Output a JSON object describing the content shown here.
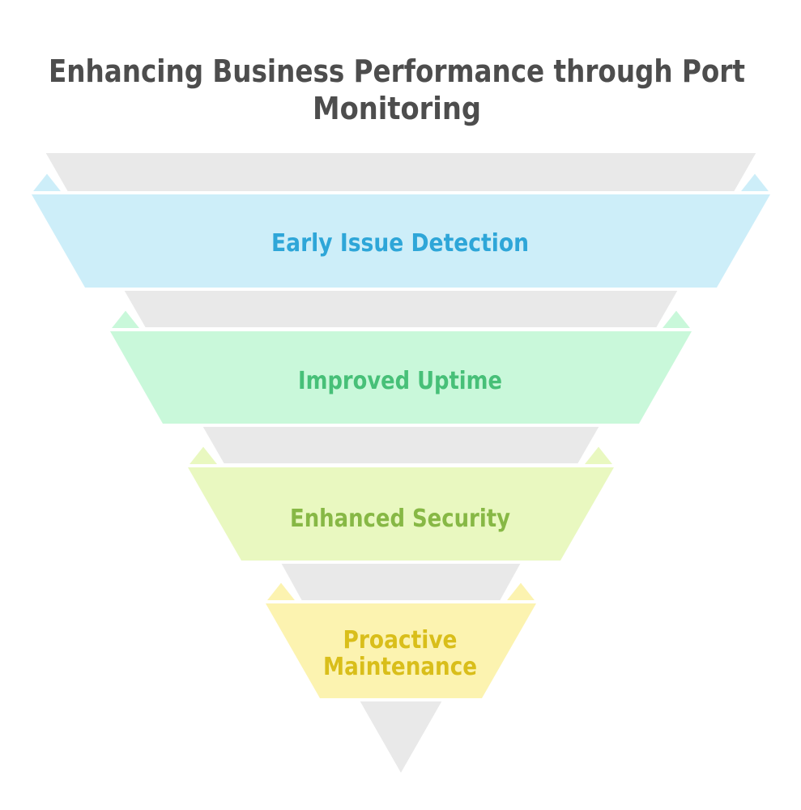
{
  "title": {
    "text": "Enhancing Business Performance through Port Monitoring",
    "lines": [
      "Enhancing Business Performance through Port",
      "Monitoring"
    ],
    "color": "#4d4d4d"
  },
  "funnel": {
    "type": "funnel-diagram",
    "pyramid_color": "#e9e9e9",
    "background_color": "#ffffff",
    "levels": [
      {
        "label": "Early Issue Detection",
        "fill": "#cdeef9",
        "text_color": "#2ea6d8"
      },
      {
        "label": "Improved Uptime",
        "fill": "#c9f8da",
        "text_color": "#47c078"
      },
      {
        "label": "Enhanced Security",
        "fill": "#e9f8c0",
        "text_color": "#87b845"
      },
      {
        "label": "Proactive Maintenance",
        "lines": [
          "Proactive",
          "Maintenance"
        ],
        "fill": "#fcf3b0",
        "text_color": "#d9be1a"
      }
    ]
  }
}
